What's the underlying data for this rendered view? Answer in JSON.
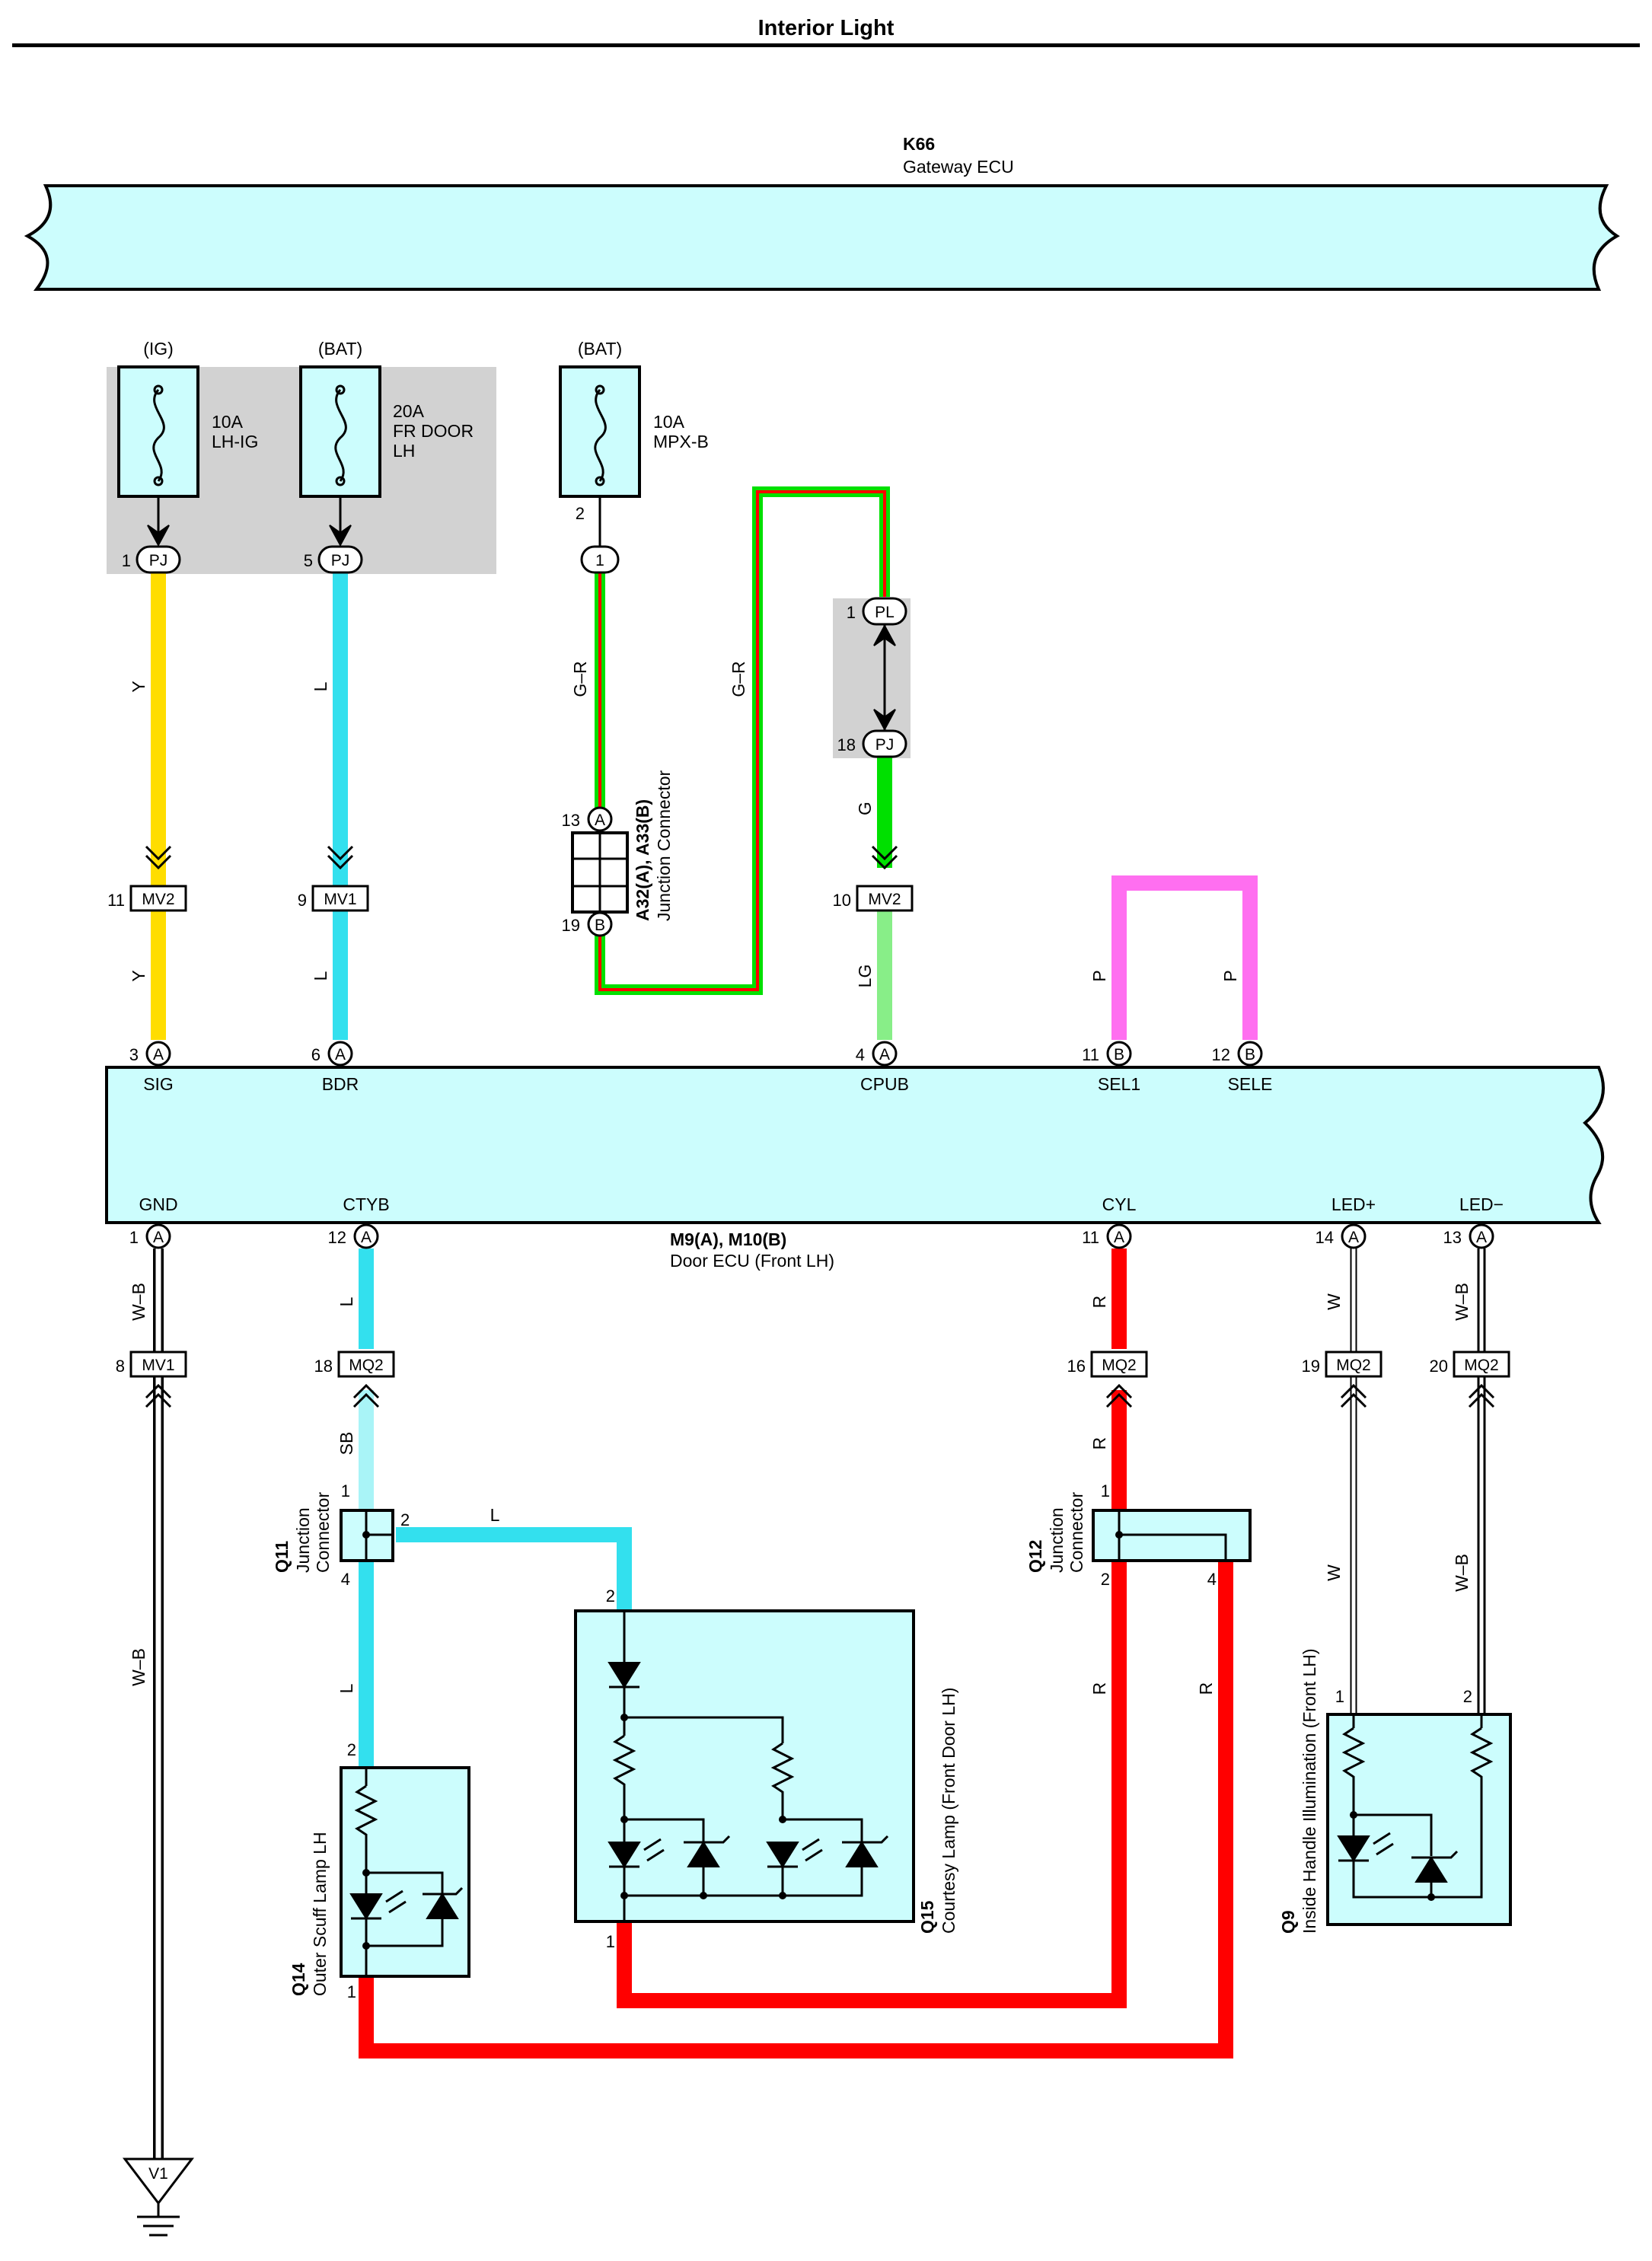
{
  "title": "Interior Light",
  "gateway_ecu": {
    "id": "K66",
    "name": "Gateway ECU"
  },
  "door_ecu": {
    "id": "M9(A), M10(B)",
    "name": "Door ECU (Front LH)"
  },
  "fuses": [
    {
      "supply": "(IG)",
      "rating": "10A",
      "name": "LH-IG",
      "pin": "1",
      "connector": "PJ"
    },
    {
      "supply": "(BAT)",
      "rating": "20A",
      "name_line1": "FR DOOR",
      "name_line2": "LH",
      "pin": "5",
      "connector": "PJ"
    },
    {
      "supply": "(BAT)",
      "rating": "10A",
      "name": "MPX-B",
      "pin_top": "2",
      "pin": "1"
    }
  ],
  "inline_connectors": {
    "pl": {
      "pin": "1",
      "code": "PL"
    },
    "pj18": {
      "pin": "18",
      "code": "PJ"
    },
    "mv2_11": {
      "pin": "11",
      "code": "MV2"
    },
    "mv1_9": {
      "pin": "9",
      "code": "MV1"
    },
    "mv2_10": {
      "pin": "10",
      "code": "MV2"
    },
    "mv1_8": {
      "pin": "8",
      "code": "MV1"
    },
    "mq2_18": {
      "pin": "18",
      "code": "MQ2"
    },
    "mq2_16": {
      "pin": "16",
      "code": "MQ2"
    },
    "mq2_19": {
      "pin": "19",
      "code": "MQ2"
    },
    "mq2_20": {
      "pin": "20",
      "code": "MQ2"
    }
  },
  "junction_a32": {
    "id": "A32(A), A33(B)",
    "name": "Junction Connector",
    "pin_top": "13",
    "pin_top_letter": "A",
    "pin_bottom": "19",
    "pin_bottom_letter": "B"
  },
  "ecu_top_pins": [
    {
      "pin": "3",
      "letter": "A",
      "name": "SIG"
    },
    {
      "pin": "6",
      "letter": "A",
      "name": "BDR"
    },
    {
      "pin": "4",
      "letter": "A",
      "name": "CPUB"
    },
    {
      "pin": "11",
      "letter": "B",
      "name": "SEL1"
    },
    {
      "pin": "12",
      "letter": "B",
      "name": "SELE"
    }
  ],
  "ecu_bottom_pins": [
    {
      "pin": "1",
      "letter": "A",
      "name": "GND"
    },
    {
      "pin": "12",
      "letter": "A",
      "name": "CTYB"
    },
    {
      "pin": "11",
      "letter": "A",
      "name": "CYL"
    },
    {
      "pin": "14",
      "letter": "A",
      "name": "LED+"
    },
    {
      "pin": "13",
      "letter": "A",
      "name": "LED−"
    }
  ],
  "wire_codes": {
    "y": "Y",
    "l": "L",
    "gr": "G–R",
    "g": "G",
    "lg": "LG",
    "p": "P",
    "wb": "W–B",
    "sb": "SB",
    "r": "R",
    "w": "W"
  },
  "q11": {
    "id": "Q11",
    "name_line1": "Junction",
    "name_line2": "Connector",
    "pin_in": "1",
    "pin_out": "2",
    "pin_down": "4"
  },
  "q12": {
    "id": "Q12",
    "name_line1": "Junction",
    "name_line2": "Connector",
    "pin_in": "1",
    "pin_a": "2",
    "pin_b": "4"
  },
  "q14": {
    "id": "Q14",
    "name": "Outer Scuff Lamp LH",
    "pin_top": "2",
    "pin_bottom": "1"
  },
  "q15": {
    "id": "Q15",
    "name": "Courtesy Lamp (Front Door LH)",
    "pin_top": "2",
    "pin_bottom": "1"
  },
  "q9": {
    "id": "Q9",
    "name": "Inside Handle Illumination (Front LH)",
    "pin_1": "1",
    "pin_2": "2"
  },
  "ground": {
    "id": "V1"
  },
  "colors": {
    "yellow": "#ffdd00",
    "blue": "#33e0ee",
    "light_blue": "#a9f4f7",
    "green": "#00e000",
    "light_green": "#88ee88",
    "red": "#ff0000",
    "pink": "#ff6ff0",
    "component_fill": "#ccfdfd",
    "splice_gray": "#d2d2d2"
  }
}
